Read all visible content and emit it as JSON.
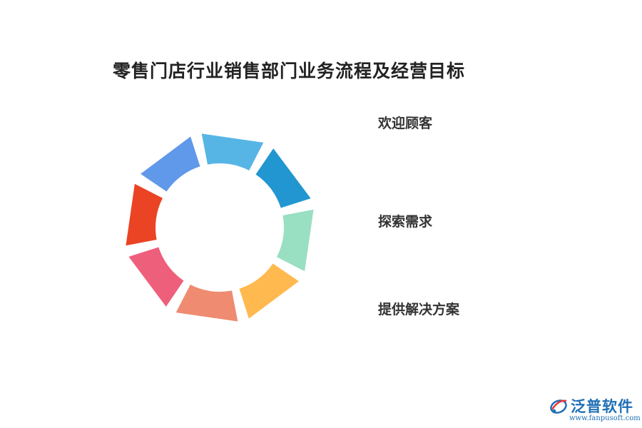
{
  "title": "零售门店行业销售部门业务流程及经营目标",
  "steps": [
    {
      "label": "欢迎顾客"
    },
    {
      "label": "探索需求"
    },
    {
      "label": "提供解决方案"
    }
  ],
  "ring": {
    "segment_colors": [
      "#57b5e6",
      "#2196d0",
      "#99dfc2",
      "#ffb94f",
      "#ef8b70",
      "#ee5f7b",
      "#ea4424",
      "#6098ea"
    ]
  },
  "logo": {
    "name": "泛普软件",
    "url": "www.fanpusoft.com",
    "colors": [
      "#1f6fb5",
      "#e8383d"
    ]
  }
}
